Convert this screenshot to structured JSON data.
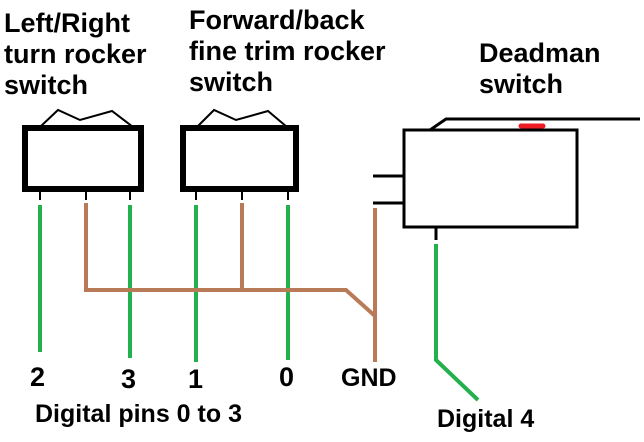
{
  "labels": {
    "lr_switch": [
      "Left/Right",
      "turn rocker",
      "switch"
    ],
    "fb_switch": [
      "Forward/back",
      "fine trim rocker",
      "switch"
    ],
    "deadman": [
      "Deadman",
      "switch"
    ]
  },
  "pins": {
    "p2": "2",
    "p3": "3",
    "p1": "1",
    "p0": "0",
    "gnd": "GND"
  },
  "captions": {
    "digital_pins": "Digital pins 0 to 3",
    "digital4": "Digital 4"
  },
  "colors": {
    "signal_wire": "#22b14c",
    "ground_wire": "#b97a57",
    "outline": "#000000",
    "indicator": "#ed1c24"
  }
}
